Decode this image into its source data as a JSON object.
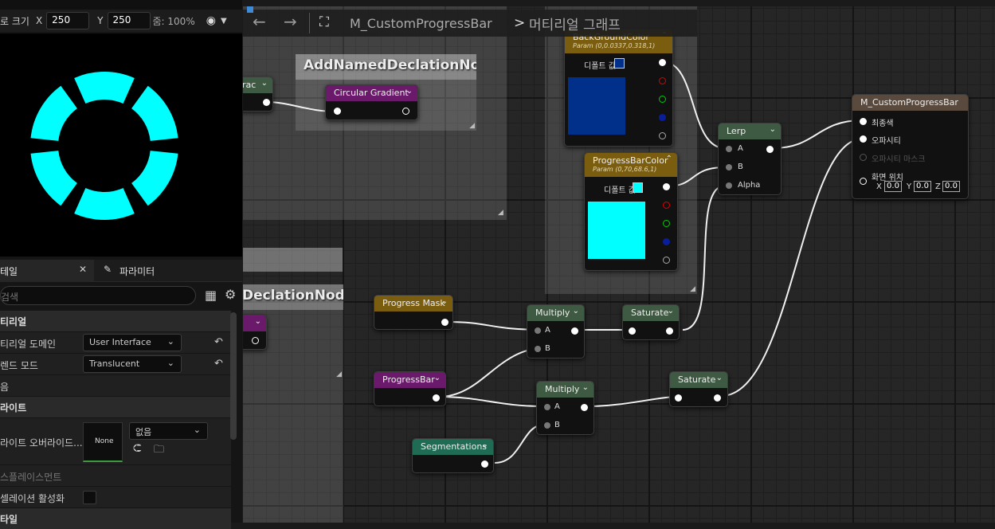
{
  "viewport": {
    "size_label": "로 크기",
    "x_label": "X",
    "x_value": "250",
    "y_label": "Y",
    "y_value": "250",
    "zoom": "줌: 100%"
  },
  "details": {
    "tab_details": "테일",
    "tab_params": "파라미터",
    "search_placeholder": "검색",
    "cat_material": "티리얼",
    "domain_label": "티리얼 도메인",
    "domain_value": "User Interface",
    "blend_label": "렌드 모드",
    "blend_value": "Translucent",
    "row3_label": "음",
    "cat_light": "라이트",
    "override_label": "라이트 오버라이드...",
    "override_thumb": "None",
    "override_value": "없음",
    "displacement_label": "스플레이스먼트",
    "tess_label": "셀레이션 활성화",
    "cat_bottom": "타일"
  },
  "breadcrumb": {
    "asset": "M_CustomProgressBar",
    "separator": ">",
    "page": "머티리얼 그래프"
  },
  "comments": {
    "c1": "AddNamedDeclationNode",
    "c2": "DeclationNode"
  },
  "nodes": {
    "frac": "rac",
    "circular_gradient": "Circular Gradient",
    "bg_color": {
      "title": "BackGroundColor",
      "sub": "Param (0,0.0337,0.318,1)",
      "default": "디폴트 값"
    },
    "pb_color": {
      "title": "ProgressBarColor",
      "sub": "Param (0,70,68.6,1)",
      "default": "디폴트 값"
    },
    "lerp": {
      "title": "Lerp",
      "a": "A",
      "b": "B",
      "alpha": "Alpha"
    },
    "result": {
      "title": "M_CustomProgressBar",
      "p1": "최종색",
      "p2": "오파시티",
      "p3": "오파시티 마스크",
      "p4": "화면 위치",
      "x": "X",
      "xv": "0.0",
      "y": "Y",
      "yv": "0.0",
      "z": "Z",
      "zv": "0.0"
    },
    "progress_mask": "Progress Mask",
    "progress_bar": "ProgressBar",
    "segmentations": "Segmentations",
    "multiply1": {
      "title": "Multiply",
      "a": "A",
      "b": "B"
    },
    "multiply2": {
      "title": "Multiply",
      "a": "A",
      "b": "B"
    },
    "saturate1": "Saturate",
    "saturate2": "Saturate"
  },
  "colors": {
    "bg_swatch": "#00308a",
    "pb_swatch": "#00ffff",
    "ring": "#00ffff"
  }
}
